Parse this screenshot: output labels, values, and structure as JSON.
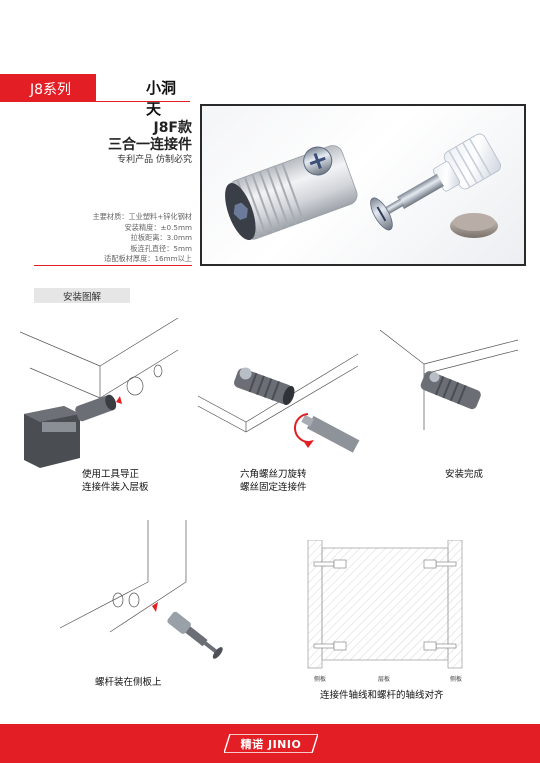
{
  "header": {
    "series": "J8系列",
    "series_name": "小洞天"
  },
  "product": {
    "model": "J8F款",
    "subtitle": "三合一连接件",
    "note": "专利产品   仿制必究",
    "specs": [
      "主要材质：工业塑料+锌化钢材",
      "安装精度：±0.5mm",
      "拉板距离：3.0mm",
      "板连孔直径：5mm",
      "适配板材厚度：16mm以上"
    ]
  },
  "section": {
    "title": "安装图解"
  },
  "steps": [
    {
      "line1": "使用工具导正",
      "line2": "连接件装入层板"
    },
    {
      "line1": "六角螺丝刀旋转",
      "line2": "螺丝固定连接件"
    },
    {
      "line1": "安装完成"
    },
    {
      "line1": "螺杆装在侧板上"
    },
    {
      "line1": "连接件轴线和螺杆的轴线对齐"
    }
  ],
  "diagram_labels": {
    "left": "侧板",
    "center": "层板",
    "right": "侧板"
  },
  "footer": {
    "brand": "精诺 JINIO"
  },
  "colors": {
    "brand_red": "#e31e24",
    "frame_dark": "#2a2a2a",
    "section_gray": "#e6e6e6"
  }
}
